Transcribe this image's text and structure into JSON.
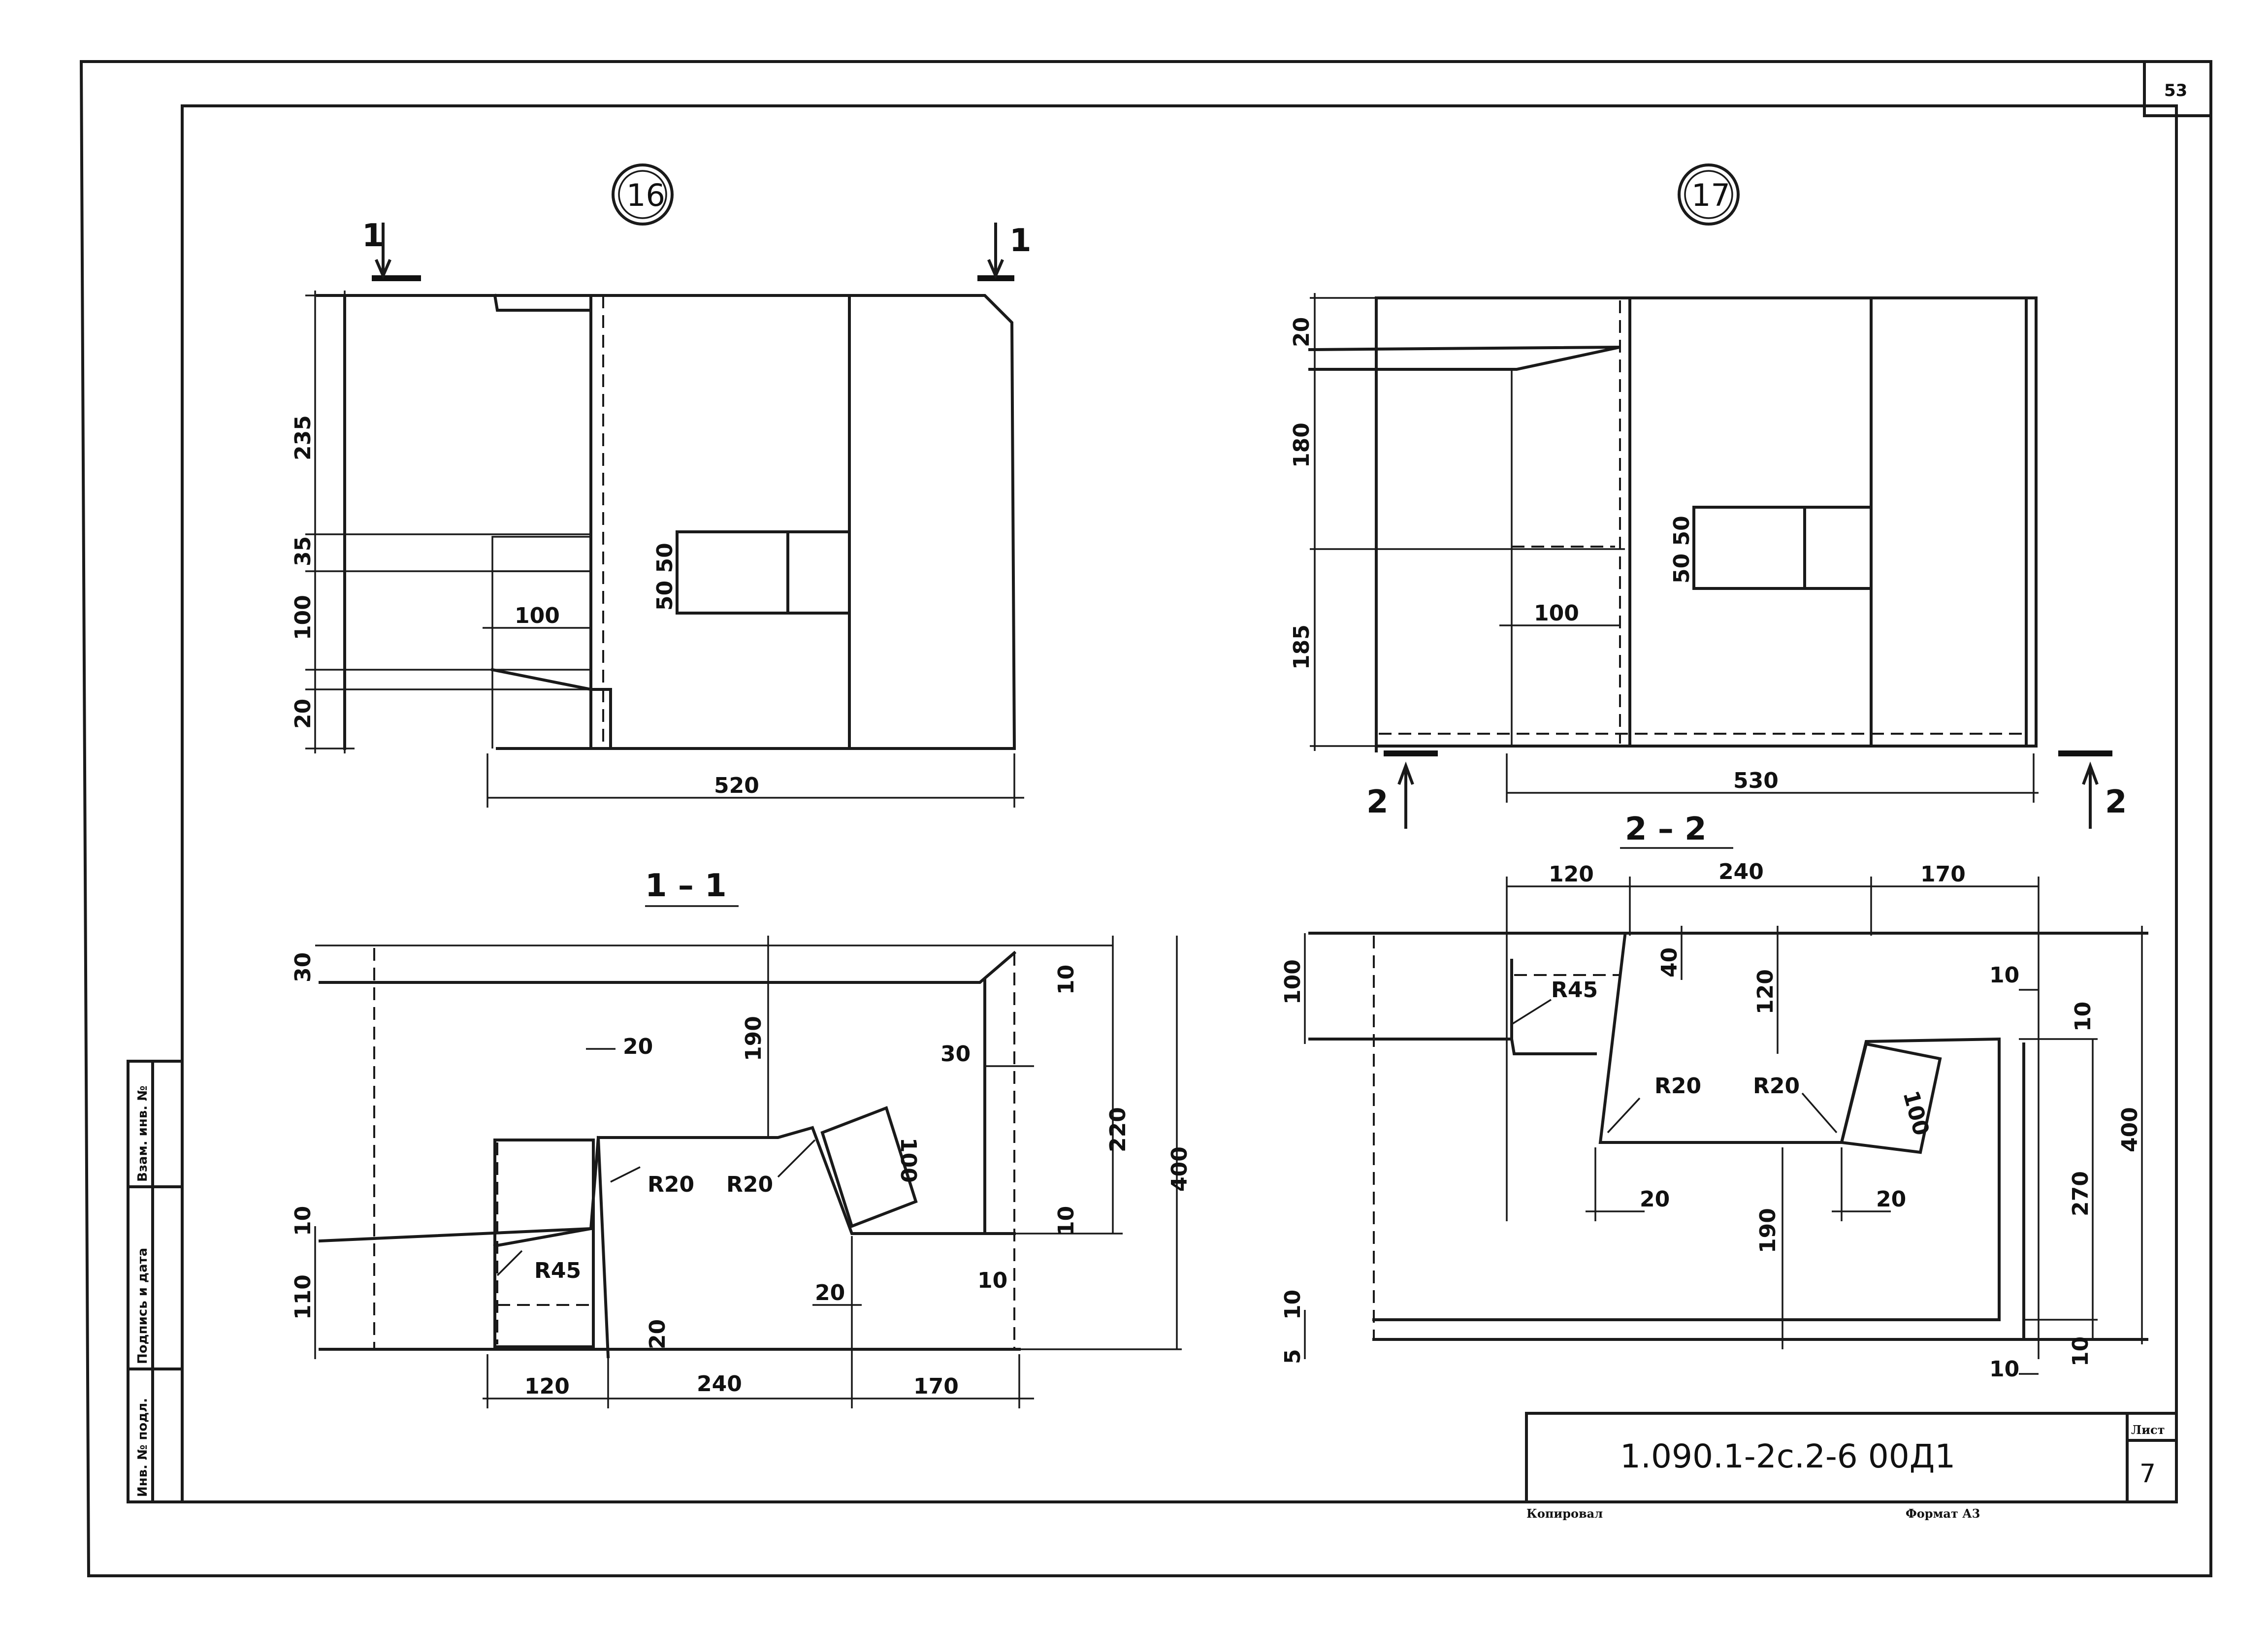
{
  "page_number": "53",
  "title_block": {
    "designation": "1.090.1-2с.2-6   00Д1",
    "sheet_label": "Лист",
    "sheet_number": "7",
    "copied_label": "Копировал",
    "format_label": "Формат А3"
  },
  "stamp_fields": [
    "Инв. № подл.",
    "Подпись и дата",
    "Взам. инв. №"
  ],
  "detail_16": {
    "marker": "16",
    "section_marks": [
      "1",
      "1"
    ],
    "dims_left": [
      "235",
      "35",
      "100",
      "20"
    ],
    "dim_inner_vert": "50 50",
    "dim_inner_horiz": "100",
    "dim_bottom": "520"
  },
  "detail_17": {
    "marker": "17",
    "section_marks": [
      "2",
      "2"
    ],
    "dims_left": [
      "20",
      "180",
      "185"
    ],
    "dim_inner_vert": "50 50",
    "dim_inner_horiz": "100",
    "dim_bottom": "530"
  },
  "section_1": {
    "label": "1 – 1",
    "dims": {
      "d30_top": "30",
      "d190": "190",
      "d10_tr": "10",
      "d20_top": "20",
      "d30_mid": "30",
      "d220": "220",
      "d400": "400",
      "r20a": "R20",
      "r20b": "R20",
      "d100": "100",
      "d10_l": "10",
      "d10_r": "10",
      "d110": "110",
      "r45": "R45",
      "d20_b1": "20",
      "d20_b2": "20",
      "d10_br": "10",
      "b120": "120",
      "b240": "240",
      "b170": "170"
    }
  },
  "section_2": {
    "label": "2 – 2",
    "dims": {
      "t120": "120",
      "t240": "240",
      "t170": "170",
      "d100": "100",
      "d40": "40",
      "r45": "R45",
      "d120": "120",
      "d10_t": "10",
      "d10_rv": "10",
      "d400": "400",
      "r20a": "R20",
      "r20b": "R20",
      "d100_b": "100",
      "d270": "270",
      "d20a": "20",
      "d20b": "20",
      "d190": "190",
      "d10_l": "10",
      "d5": "5",
      "d10_br": "10",
      "d10_bv": "10"
    }
  }
}
